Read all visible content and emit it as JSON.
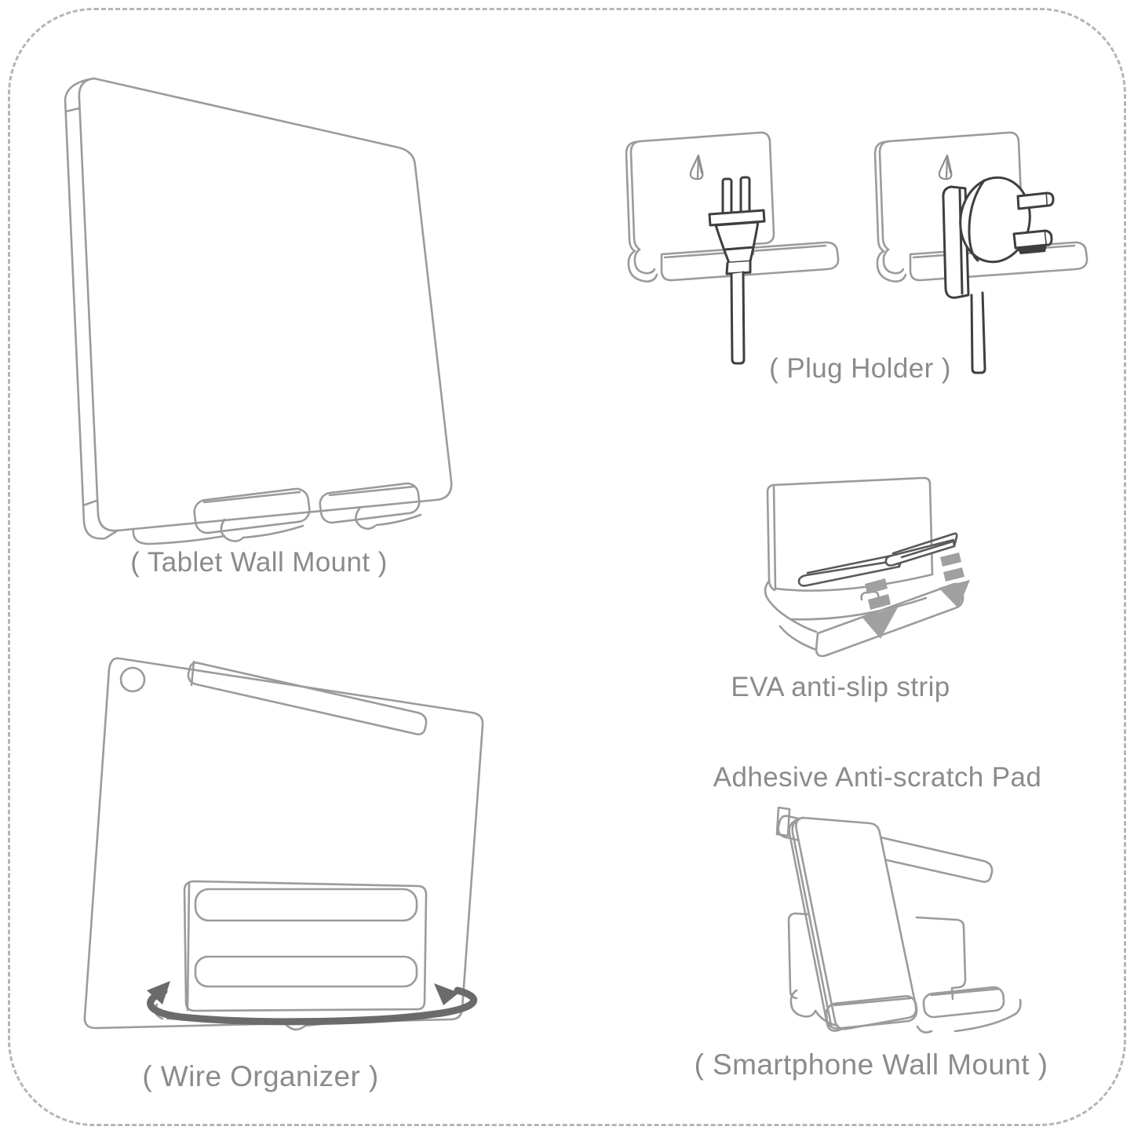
{
  "page": {
    "type": "product-feature-diagram-sheet",
    "background": "#ffffff"
  },
  "colors": {
    "line": "#9b9b9b",
    "dark": "#3f3f3f",
    "strip": "#5a5a5a",
    "wire": "#6b6b6b",
    "arrow": "#a0a0a0",
    "label": "#8b8b8b",
    "border": "#b5b5b5",
    "bg": "#ffffff"
  },
  "sections": {
    "tablet_wall_mount": {
      "label": "( Tablet Wall Mount )"
    },
    "plug_holder": {
      "label": "( Plug Holder )"
    },
    "eva_strip": {
      "label": "EVA anti-slip strip"
    },
    "anti_scratch_pad": {
      "label": "Adhesive Anti-scratch Pad"
    },
    "smartphone_wall_mount": {
      "label": "( Smartphone Wall Mount )"
    },
    "wire_organizer": {
      "label": "( Wire Organizer )"
    }
  },
  "icons": {
    "drip": "drip-icon",
    "insert_arrow": "insert-arrow-icon",
    "wrap_arrow": "wrap-arrow-icon"
  }
}
